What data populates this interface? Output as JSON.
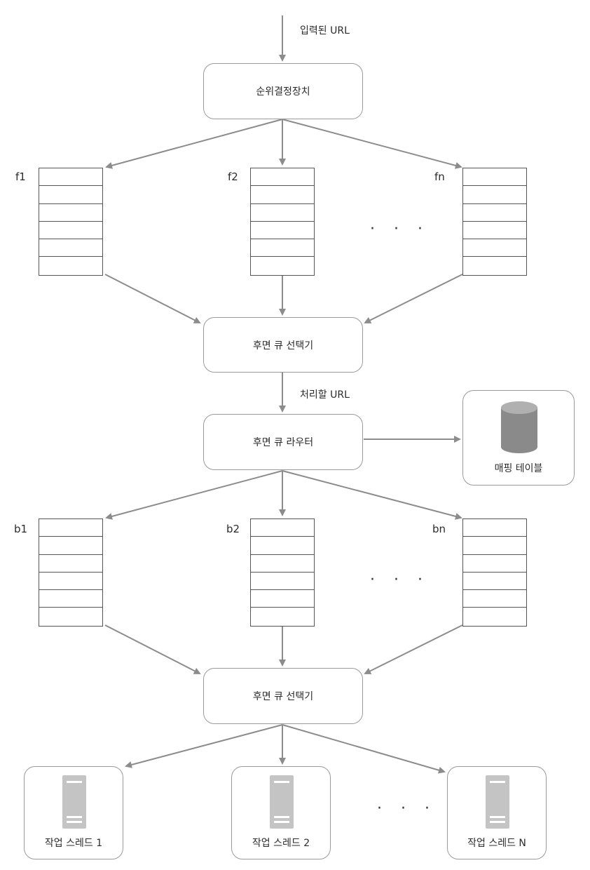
{
  "input_label": "입력된 URL",
  "prioritizer": "순위결정장치",
  "front_queues": [
    "f1",
    "f2",
    "fn"
  ],
  "front_selector": "후면 큐 선택기",
  "process_label": "처리할 URL",
  "back_router": "후면 큐 라우터",
  "mapping_table": "매핑 테이블",
  "back_queues": [
    "b1",
    "b2",
    "bn"
  ],
  "back_selector": "후면 큐 선택기",
  "workers": [
    "작업 스레드 1",
    "작업 스레드 2",
    "작업 스레드 N"
  ],
  "ellipsis": "· · ·",
  "colors": {
    "arrow": "#8c8c8c",
    "box_border": "#9a9a9a",
    "icon": "#8a8a8a"
  }
}
